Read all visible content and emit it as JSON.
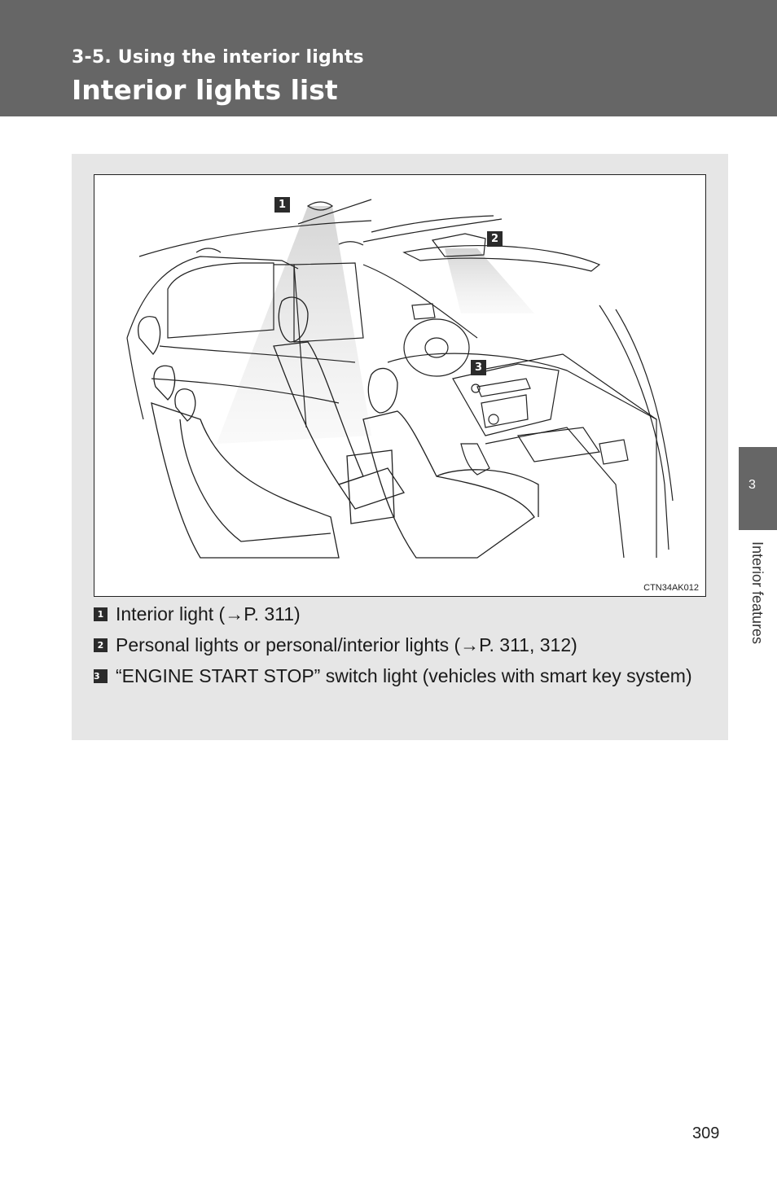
{
  "header": {
    "section": "3-5. Using the interior lights",
    "title": "Interior lights list"
  },
  "figure": {
    "code": "CTN34AK012",
    "callouts": [
      "1",
      "2",
      "3"
    ]
  },
  "legend": [
    {
      "marker": "1",
      "text": "Interior light (→P. 311)"
    },
    {
      "marker": "2",
      "text": "Personal lights or personal/interior lights (→P. 311, 312)"
    },
    {
      "marker": "3",
      "text": "“ENGINE START STOP” switch light (vehicles with smart key system)"
    }
  ],
  "side_tab": {
    "number": "3",
    "label": "Interior features"
  },
  "page_number": "309"
}
